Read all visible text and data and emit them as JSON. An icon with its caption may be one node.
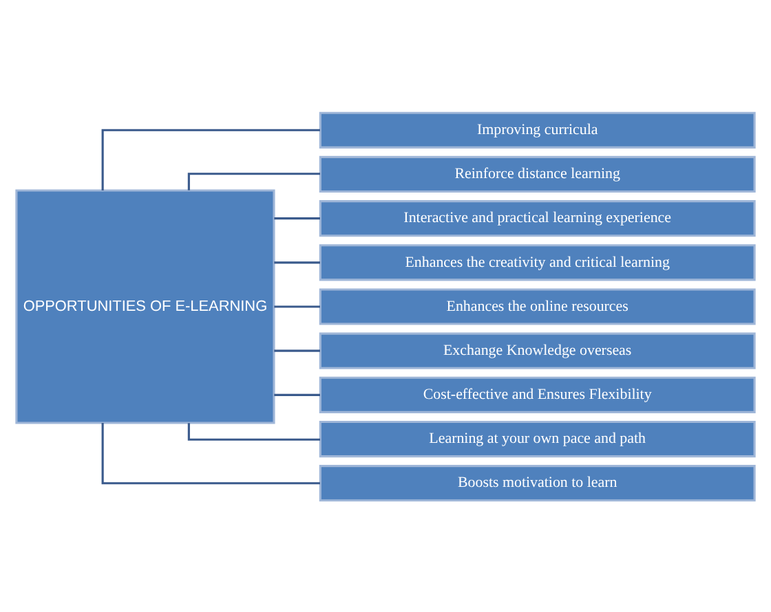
{
  "diagram": {
    "nodes": [
      {
        "text": [
          "OPPORTUNITIES OF E-LEARNING"
        ]
      },
      {
        "text": [
          "Improving curricula"
        ]
      },
      {
        "text": [
          "Reinforce distance learning"
        ]
      },
      {
        "text": [
          "Interactive and practical learning experience"
        ]
      },
      {
        "text": [
          "Enhances the creativity and critical learning"
        ]
      },
      {
        "text": [
          "Enhances the online resources"
        ]
      },
      {
        "text": [
          "Exchange Knowledge overseas"
        ]
      },
      {
        "text": [
          "Cost-effective and Ensures Flexibility"
        ]
      },
      {
        "text": [
          "Learning at your own pace and path"
        ]
      },
      {
        "text": [
          "Boosts motivation to learn"
        ]
      }
    ],
    "edges": [
      {
        "from": 0,
        "to": 1,
        "arrow": "none"
      },
      {
        "from": 0,
        "to": 2,
        "arrow": "none"
      },
      {
        "from": 0,
        "to": 3,
        "arrow": "none"
      },
      {
        "from": 0,
        "to": 4,
        "arrow": "none"
      },
      {
        "from": 0,
        "to": 5,
        "arrow": "none"
      },
      {
        "from": 0,
        "to": 6,
        "arrow": "none"
      },
      {
        "from": 0,
        "to": 7,
        "arrow": "none"
      },
      {
        "from": 0,
        "to": 8,
        "arrow": "none"
      },
      {
        "from": 0,
        "to": 9,
        "arrow": "none"
      }
    ]
  }
}
